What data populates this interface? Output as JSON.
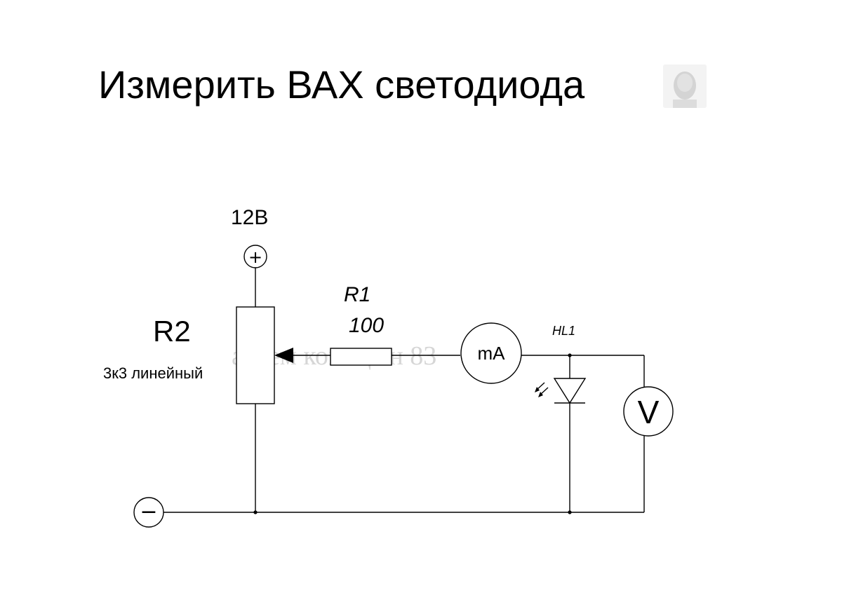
{
  "title": "Измерить ВАХ светодиода",
  "watermark": "артем копицын 83",
  "labels": {
    "supply_voltage": "12В",
    "plus_terminal": "+",
    "minus_terminal": "−",
    "r2_name": "R2",
    "r2_value": "3к3 линейный",
    "r1_name": "R1",
    "r1_value": "100",
    "ammeter": "mA",
    "led_name": "HL1",
    "voltmeter": "V"
  },
  "colors": {
    "line": "#000000",
    "background": "#ffffff",
    "watermark": "#d0d0d0"
  }
}
